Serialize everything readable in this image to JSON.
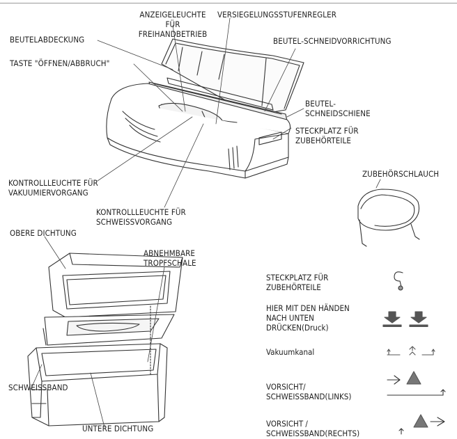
{
  "labels": {
    "freihand": "ANZEIGELEUCHTE FÜR\nFREIHANDBETRIEB",
    "versiegelung": "VERSIEGELUNGSSTUFENREGLER",
    "beutelabdeckung": "BEUTELABDECKUNG",
    "schneidvorrichtung": "BEUTEL-SCHNEIDVORRICHTUNG",
    "taste": "TASTE \"ÖFFNEN/ABBRUCH\"",
    "schneidschiene": "BEUTEL-\nSCHNEIDSCHIENE",
    "steckplatz": "STECKPLATZ FÜR\nZUBEHÖRTEILE",
    "zubehoerschlauch": "ZUBEHÖRSCHLAUCH",
    "vakuumier": "KONTROLLLEUCHTE FÜR\nVAKUUMIERVORGANG",
    "schweiss": "KONTROLLLEUCHTE FÜR\nSCHWEISSVORGANG",
    "obere_dichtung": "OBERE DICHTUNG",
    "tropfschale": "ABNEHMBARE\nTROPFSCHALE",
    "schweissband": "SCHWEISSBAND",
    "untere_dichtung": "UNTERE DICHTUNG"
  },
  "legend": {
    "steckplatz": "STECKPLATZ FÜR\nZUBEHÖRTEILE",
    "druecken": "HIER MIT DEN HÄNDEN\nNACH UNTEN\nDRÜCKEN(Druck)",
    "vakuumkanal": "Vakuumkanal",
    "vorsicht_links": "VORSICHT/\nSCHWEISSBAND(LINKS)",
    "vorsicht_rechts": "VORSICHT /\nSCHWEISSBAND(RECHTS)"
  },
  "icons": [
    "hook-icon",
    "down-arrow-icon",
    "vacuum-channel-icon",
    "warning-triangle-icon"
  ]
}
